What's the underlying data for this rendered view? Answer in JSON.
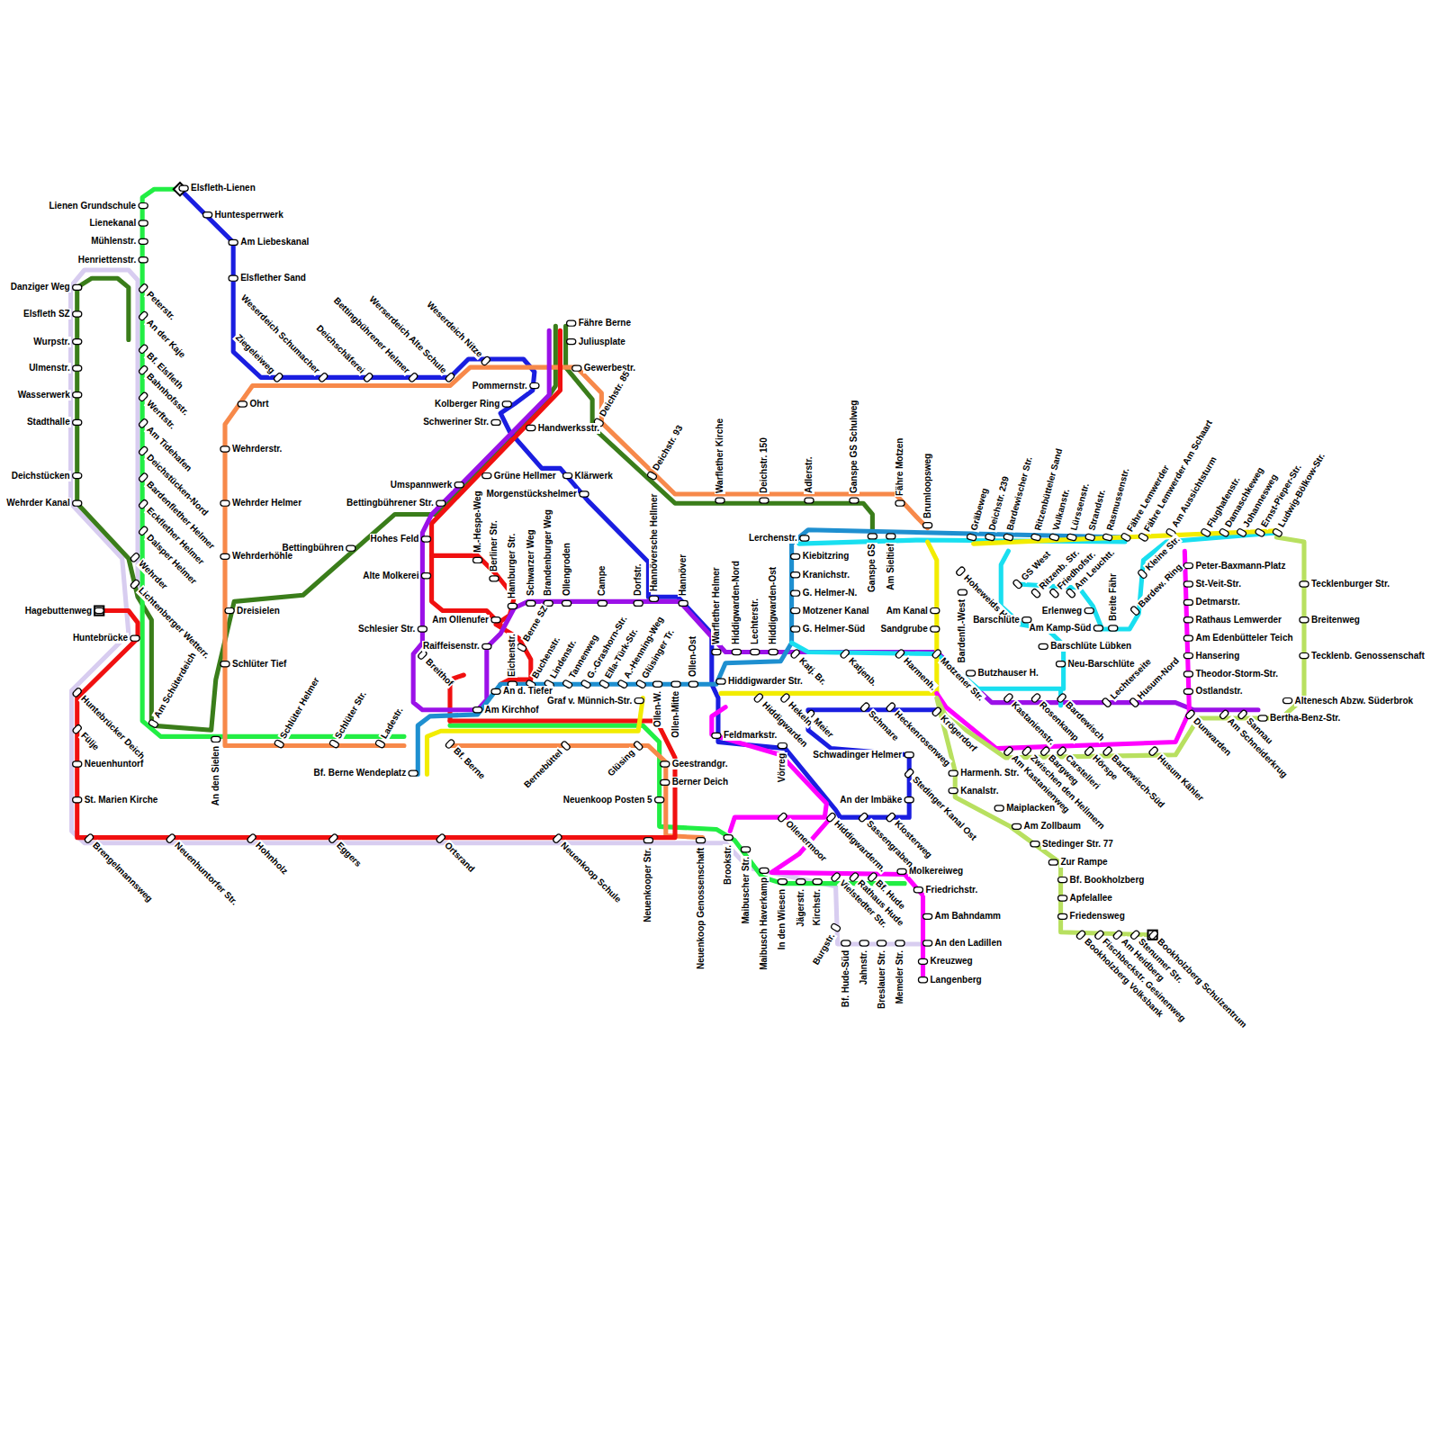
{
  "diagram": {
    "labels": [
      "Elsfleth-Lienen",
      "Huntesperrwerk",
      "Am Liebeskanal",
      "Elsflether Sand",
      "Lienen Grundschule",
      "Lienekanal",
      "Mühlenstr.",
      "Henriettenstr.",
      "Danziger Weg",
      "Elsfleth SZ",
      "Wurpstr.",
      "Ulmenstr.",
      "Wasserwerk",
      "Stadthalle",
      "Deichstücken",
      "Wehrder Kanal",
      "Peterstr.",
      "An der Kaje",
      "Bf. Elsfleth",
      "Bahnhofsstr.",
      "Werftstr.",
      "Am Tidehafen",
      "Deichstücken-Nord",
      "Bardenflether Helmer",
      "Eckflether Helmer",
      "Dalsper Helmer",
      "Wehrder",
      "Lichtenberger Wetterr.",
      "Hagebuttenweg",
      "Huntebrücke",
      "Am Schüterdeich",
      "Huntebrücker Deich",
      "Fülje",
      "Neuenhuntorf",
      "St. Marien Kirche",
      "Brengelmannsweg",
      "Neuenhuntorfer Str.",
      "Hohnholz",
      "Eggers",
      "Ortsrand",
      "Neuenkoop Schule",
      "Neuenkooper Str.",
      "Neuenkoop Genossenschaft",
      "Brookstr.",
      "Maibuscher Str.",
      "Maibusch Haverkamp",
      "In den Wiesen",
      "Jägerstr.",
      "Kirchstr.",
      "Burgstr.",
      "Bf. Hude-Süd",
      "Jahnstr.",
      "Breslauer Str.",
      "Memeler Str.",
      "Vielstedter Str.",
      "Rathaus Hude",
      "Bf. Hude",
      "Molkereiweg",
      "Friedrichstr.",
      "Am Bahndamm",
      "An den Ladillen",
      "Kreuzweg",
      "Langenberg",
      "Ziegeleiweg",
      "Weserdeich Schumacher",
      "Deichschäferei",
      "Bettingbührener Helmer",
      "Werserdeich Alte Schule",
      "Weserdeich Nitze",
      "Fähre Berne",
      "Juliusplate",
      "Gewerbestr.",
      "Pommernstr.",
      "Kolberger Ring",
      "Schweriner Str.",
      "Handwerksstr.",
      "Deichstr. 85",
      "Deichstr. 93",
      "Grüne Hellmer",
      "Klärwerk",
      "Morgenstückshelmer",
      "Umspannwerk",
      "Bettingbührener Str.",
      "Hohes Feld",
      "Bettingbühren",
      "Alte Molkerei",
      "Schlesier Str.",
      "Am Ollenufer",
      "Raiffeisenstr.",
      "Breithof",
      "Am Kirchhof",
      "An d. Tiefer",
      "Graf v. Münnich-Str.",
      "Bf. Berne",
      "Bf. Berne Wendeplatz",
      "Bernebüttel",
      "Glüsing",
      "Geestrandgr.",
      "Berner Deich",
      "Neuenkoop Posten 5",
      "Ollen-W.",
      "Ollen-Mitte",
      "Ollen-Ost",
      "M.-Hespe-Weg",
      "Berliner Str.",
      "Hamburger Str.",
      "Schwarzer Weg",
      "Brandenburger Weg",
      "Ollengroden",
      "Campe",
      "Dorfstr.",
      "Hannöversche Hellmer",
      "Hannöver",
      "Eichenstr.",
      "Berne SZ",
      "Buchenstr.",
      "Lindenstr.",
      "Tannenweg",
      "G.-Grashorn-Str.",
      "Ella-Türk-Str.",
      "A.-Henning-Weg",
      "Glüsinger Tr.",
      "Warflether Helmer",
      "Hiddigwarden-Nord",
      "Lechterstr.",
      "Hiddigwarden-Ost",
      "Warflether Kirche",
      "Deichstr. 150",
      "Adlerstr.",
      "Ganspe GS Schulweg",
      "Fähre Motzen",
      "Brumloopsweg",
      "Lerchenstr.",
      "Kiebitzring",
      "Kranichstr.",
      "G. Helmer-N.",
      "Motzener Kanal",
      "G. Helmer-Süd",
      "Ganspe GS",
      "Am Sieltief",
      "Am Kanal",
      "Sandgrube",
      "Bardenfl.-West",
      "Hoheweids H.",
      "Katj. Br.",
      "Katjenb.",
      "Harmenh.",
      "Motzener Str.",
      "Hiddigwarder Str.",
      "Hiddigwarden",
      "Hekeln",
      "Meier",
      "Schmare",
      "Heckenrosenweg",
      "Krögerdorf",
      "Feldmarkstr.",
      "Vörreg",
      "Schwadinger Helmer",
      "Stedinger Kanal Ost",
      "An der Imbäke",
      "Ollenermoor",
      "Hiddigwarderm.",
      "Sassengraben",
      "Klosterweg",
      "Harmenh. Str.",
      "Kanalstr.",
      "Maiplacken",
      "Am Zollbaum",
      "Stedinger Str. 77",
      "Zur Rampe",
      "Bf. Bookholzberg",
      "Apfelallee",
      "Friedensweg",
      "Bookholzberg Volksbank",
      "Fischbeckstr. Gesinenweg",
      "Am Heidberg",
      "Stenumer Str.",
      "Bookholzberg Schulzentrum",
      "Butzhauser H.",
      "Kastanienstr.",
      "Rosenkamp",
      "Bardewisch",
      "Lechterseite",
      "Husum-Nord",
      "Am Kastanienweg",
      "Zwischen den Hellmern",
      "Bargweg",
      "Carstelleri",
      "Hörspe",
      "Bardewisch-Süd",
      "Husum Kähler",
      "Dunwarden",
      "Am Schneiderkrug",
      "Sannau",
      "Bertha-Benz-Str.",
      "Altenesch Abzw. Süderbrok",
      "Tecklenburger Str.",
      "Breitenweg",
      "Tecklenb. Genossenschaft",
      "Peter-Baxmann-Platz",
      "St-Veit-Str.",
      "Detmarstr.",
      "Rathaus Lemwerder",
      "Am Edenbütteler Teich",
      "Hansering",
      "Theodor-Storm-Str.",
      "Ostlandstr.",
      "GS West",
      "Ritzenb. Str.",
      "Friedhofstr.",
      "Am Leuchtt.",
      "Erlenweg",
      "Barschlüte",
      "Am Kamp-Süd",
      "Barschlüte Lübken",
      "Neu-Barschlüte",
      "Breite Fähr",
      "Kleine Str.",
      "Bardew. Ring",
      "Gräbeweg",
      "Deichstr. 239",
      "Bardewischer Str.",
      "Ritzenbütteler Sand",
      "Vulkanstr.",
      "Lürssenstr.",
      "Strandstr.",
      "Rasmussenstr.",
      "Fähre Lemwerder",
      "Fähre Lemwerder Am Schaart",
      "Am Aussichtsturm",
      "Flughafenstr.",
      "Damaschkeweg",
      "Johannesweg",
      "Ernst-Pieper-Str.",
      "Ludwig-Bölkow-Str.",
      "Ohrt",
      "Wehrderstr.",
      "Wehrder Helmer",
      "Wehrderhöhle",
      "Dreisielen",
      "Schlüter Tief",
      "An den Sielen",
      "Schlüter Helmer",
      "Schlüter Str.",
      "Ladestr."
    ]
  }
}
